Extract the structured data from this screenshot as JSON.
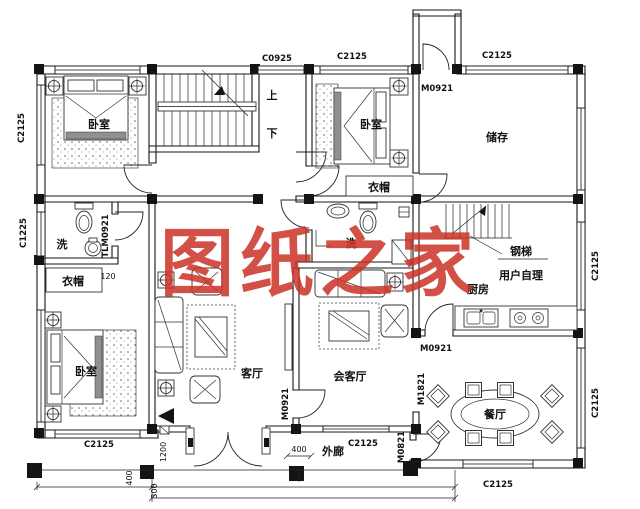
{
  "watermark": {
    "text": "图纸之家"
  },
  "colors": {
    "ink": "#141414",
    "watermark": "#cc3226"
  },
  "rooms": {
    "bedroom1": "卧室",
    "bedroom2": "卧室",
    "bedroom3": "卧室",
    "storage": "储存",
    "closet_top": "衣帽",
    "closet_bottom": "衣帽",
    "bath1": "洗",
    "bath2": "洗",
    "living": "客厅",
    "reception": "会客厅",
    "kitchen": "厨房",
    "dining": "餐厅",
    "steel_stair": "钢梯",
    "self_managed": "用户自理",
    "veranda": "外廊"
  },
  "stair": {
    "up": "上",
    "down": "下"
  },
  "openings": {
    "C0925": "C0925",
    "C2125": "C2125",
    "C1225": "C1225",
    "M0921": "M0921",
    "TLM0921": "TLM0921",
    "M1821": "M1821",
    "M0821": "M0821"
  },
  "dimensions": {
    "d120": "120",
    "d1200": "1200",
    "d400": "400",
    "d300": "300"
  }
}
